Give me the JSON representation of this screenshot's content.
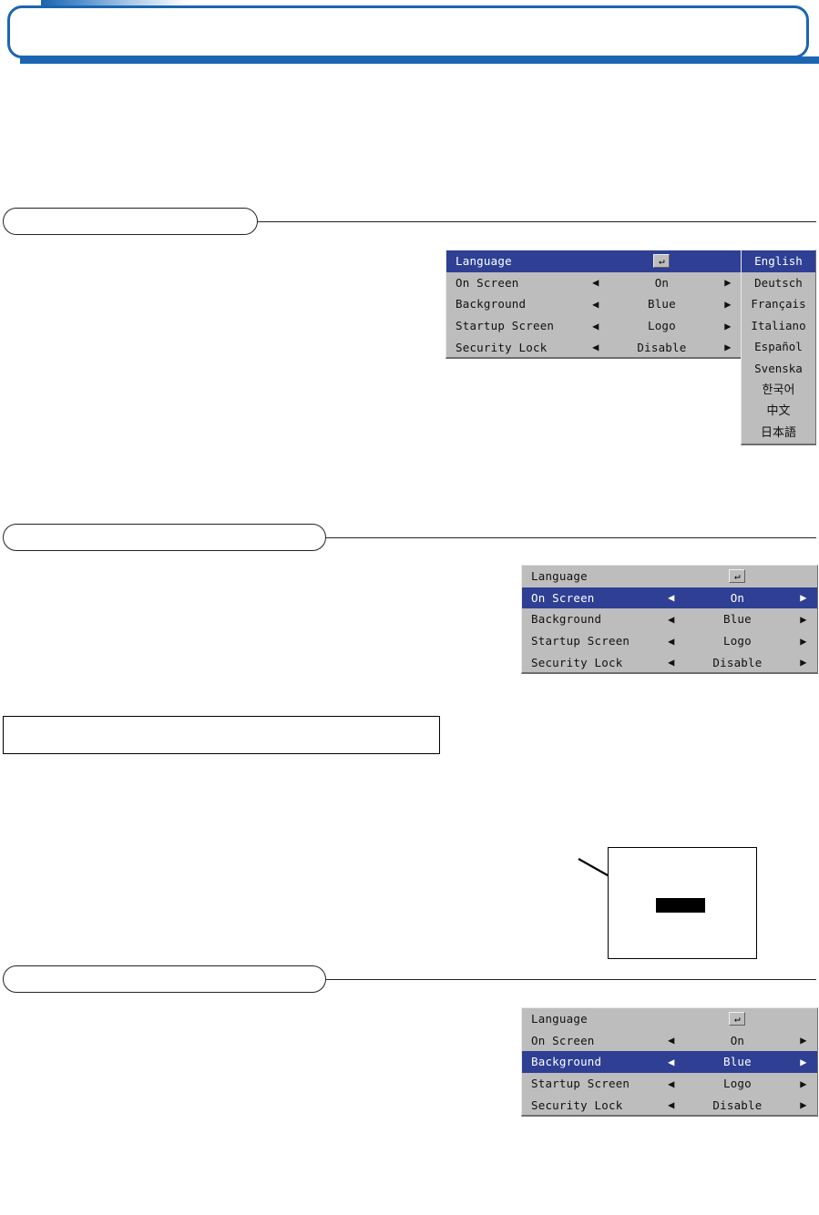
{
  "header": {
    "title": ""
  },
  "sections": [
    {
      "id": "section-1",
      "label": ""
    },
    {
      "id": "section-2",
      "label": ""
    },
    {
      "id": "section-3",
      "label": ""
    }
  ],
  "paragraphs": [
    {
      "id": "intro-paragraph",
      "text": ""
    },
    {
      "id": "section-1-body",
      "text": ""
    },
    {
      "id": "section-2-body",
      "text": ""
    },
    {
      "id": "section-3-body",
      "text": ""
    }
  ],
  "note_box": {
    "text": ""
  },
  "figure": {
    "caption": "",
    "callout_label": ""
  },
  "osd_common": {
    "enter_icon": "↵",
    "arrow_left": "◀",
    "arrow_right": "▶",
    "highlight_color": "#2e3f94",
    "panel_color": "#bdbdbd"
  },
  "menus": [
    {
      "id": "menu-language",
      "selected": "Language",
      "rows": [
        {
          "label": "Language",
          "value": "",
          "type": "enter"
        },
        {
          "label": "On Screen",
          "value": "On",
          "type": "spin"
        },
        {
          "label": "Background",
          "value": "Blue",
          "type": "spin"
        },
        {
          "label": "Startup Screen",
          "value": "Logo",
          "type": "spin"
        },
        {
          "label": "Security Lock",
          "value": "Disable",
          "type": "spin"
        }
      ]
    },
    {
      "id": "menu-on-screen",
      "selected": "On Screen",
      "rows": [
        {
          "label": "Language",
          "value": "",
          "type": "enter"
        },
        {
          "label": "On Screen",
          "value": "On",
          "type": "spin"
        },
        {
          "label": "Background",
          "value": "Blue",
          "type": "spin"
        },
        {
          "label": "Startup Screen",
          "value": "Logo",
          "type": "spin"
        },
        {
          "label": "Security Lock",
          "value": "Disable",
          "type": "spin"
        }
      ]
    },
    {
      "id": "menu-background",
      "selected": "Background",
      "rows": [
        {
          "label": "Language",
          "value": "",
          "type": "enter"
        },
        {
          "label": "On Screen",
          "value": "On",
          "type": "spin"
        },
        {
          "label": "Background",
          "value": "Blue",
          "type": "spin"
        },
        {
          "label": "Startup Screen",
          "value": "Logo",
          "type": "spin"
        },
        {
          "label": "Security Lock",
          "value": "Disable",
          "type": "spin"
        }
      ]
    }
  ],
  "language_list": {
    "selected": "English",
    "items": [
      "English",
      "Deutsch",
      "Français",
      "Italiano",
      "Español",
      "Svenska",
      "한국어",
      "中文",
      "日本語"
    ]
  }
}
